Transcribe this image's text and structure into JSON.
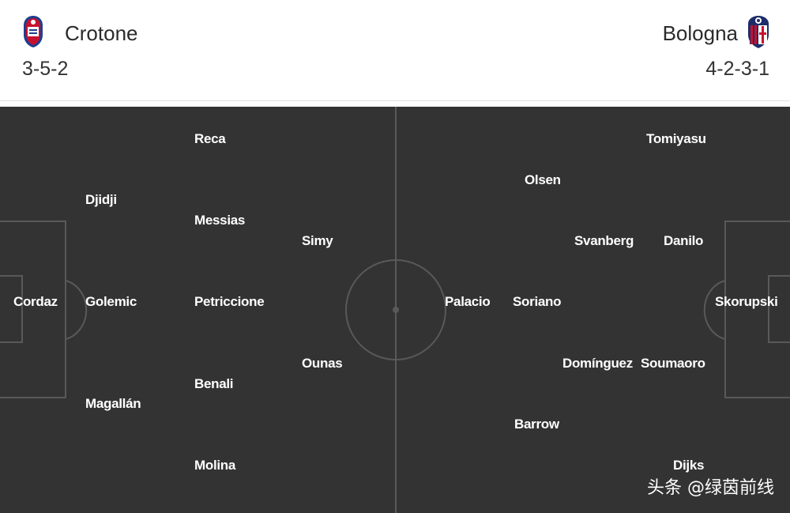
{
  "home": {
    "name": "Crotone",
    "formation": "3-5-2",
    "crest_color": "#1f3f8f",
    "players": {
      "goalkeeper": "Cordaz",
      "defenders": [
        "Djidji",
        "Golemic",
        "Magallán"
      ],
      "midfielders": [
        "Reca",
        "Messias",
        "Petriccione",
        "Benali",
        "Molina"
      ],
      "forwards": [
        "Simy",
        "Ounas"
      ]
    }
  },
  "away": {
    "name": "Bologna",
    "formation": "4-2-3-1",
    "crest_color": "#1d2d6b",
    "crest_accent": "#c8102e",
    "players": {
      "goalkeeper": "Skorupski",
      "defenders": [
        "Tomiyasu",
        "Danilo",
        "Soumaoro",
        "Dijks"
      ],
      "midfielders": [
        "Svanberg",
        "Domínguez"
      ],
      "attacking_midfielders": [
        "Olsen",
        "Soriano",
        "Barrow"
      ],
      "forward": "Palacio"
    }
  },
  "pitch": {
    "background": "#333333",
    "line_color": "#555555"
  },
  "watermark": "头条 @绿茵前线"
}
